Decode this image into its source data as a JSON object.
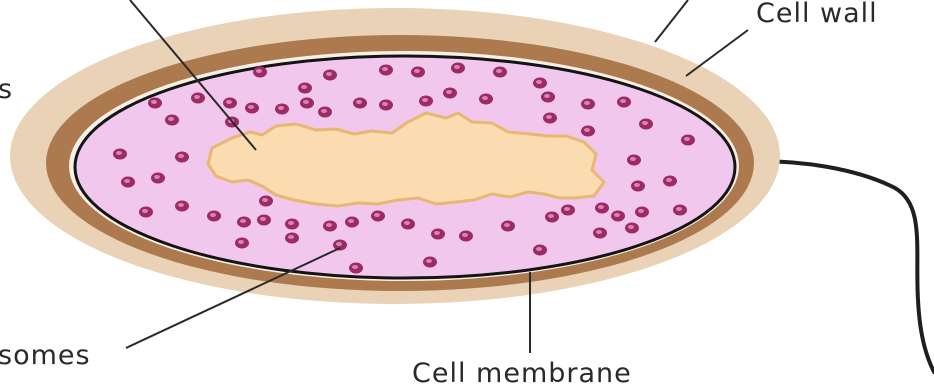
{
  "labels": {
    "cell_wall": "Cell wall",
    "cell_membrane": "Cell membrane",
    "ribosomes": "somes",
    "left_fragment": "s"
  }
}
